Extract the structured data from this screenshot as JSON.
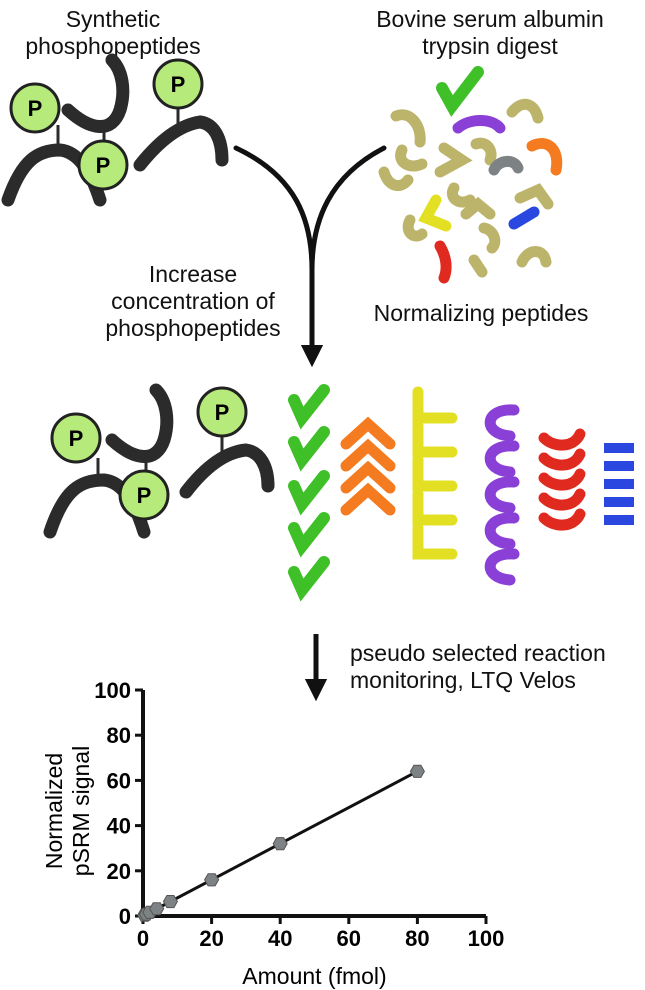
{
  "labels": {
    "synthetic": [
      "Synthetic",
      "phosphopeptides"
    ],
    "bsa": [
      "Bovine serum albumin",
      "trypsin digest"
    ],
    "increase": [
      "Increase",
      "concentration of",
      "phosphopeptides"
    ],
    "normalizing": "Normalizing peptides",
    "psrm": [
      "pseudo selected reaction",
      "monitoring, LTQ Velos"
    ],
    "phospho_letter": "P"
  },
  "colors": {
    "peptide_dark": "#2b2b2b",
    "phospho_fill": "#b6ea7a",
    "green": "#3fbf28",
    "orange": "#f47b20",
    "yellow": "#e3e024",
    "purple": "#8a3fd6",
    "red": "#e02a20",
    "blue": "#2a48e0",
    "khaki": "#bdb46c",
    "gray": "#7d8284"
  },
  "chart_data": {
    "type": "scatter",
    "title": "",
    "xlabel": "Amount (fmol)",
    "ylabel": [
      "Normalized",
      "pSRM signal"
    ],
    "xlim": [
      0,
      100
    ],
    "ylim": [
      0,
      100
    ],
    "xticks": [
      0,
      20,
      40,
      60,
      80,
      100
    ],
    "yticks": [
      0,
      20,
      40,
      60,
      80,
      100
    ],
    "points": [
      {
        "x": 0.5,
        "y": 0.4
      },
      {
        "x": 1,
        "y": 0.8
      },
      {
        "x": 2,
        "y": 1.6
      },
      {
        "x": 4,
        "y": 3.2
      },
      {
        "x": 8,
        "y": 6.4
      },
      {
        "x": 20,
        "y": 16
      },
      {
        "x": 40,
        "y": 32
      },
      {
        "x": 80,
        "y": 64
      }
    ],
    "fit_line": {
      "x": [
        0,
        80
      ],
      "y": [
        0,
        64
      ]
    },
    "marker_color": "#7d8284",
    "grid": false
  }
}
